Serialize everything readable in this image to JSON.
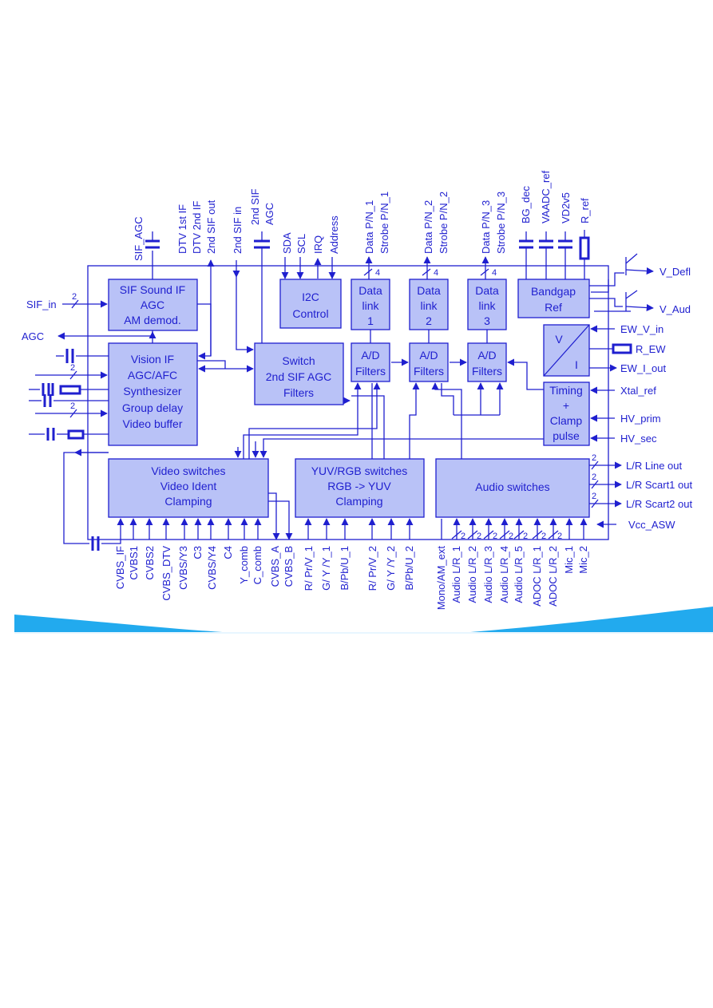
{
  "blocks": {
    "sif": [
      "SIF Sound IF",
      "AGC",
      "AM demod."
    ],
    "vision": [
      "Vision IF",
      "AGC/AFC",
      "Synthesizer",
      "Group delay",
      "Video buffer"
    ],
    "i2c": [
      "I2C",
      "Control"
    ],
    "dl1": [
      "Data",
      "link",
      "1"
    ],
    "dl2": [
      "Data",
      "link",
      "2"
    ],
    "dl3": [
      "Data",
      "link",
      "3"
    ],
    "bandgap": [
      "Bandgap",
      "Ref"
    ],
    "switch2": [
      "Switch",
      "2nd SIF AGC",
      "Filters"
    ],
    "ad1": [
      "A/D",
      "Filters"
    ],
    "ad2": [
      "A/D",
      "Filters"
    ],
    "ad3": [
      "A/D",
      "Filters"
    ],
    "vi": [
      "V",
      "I"
    ],
    "timing": [
      "Timing",
      "+",
      "Clamp",
      "pulse"
    ],
    "video": [
      "Video switches",
      "Video Ident",
      "Clamping"
    ],
    "yuv": [
      "YUV/RGB switches",
      "RGB -> YUV",
      "Clamping"
    ],
    "audio": [
      "Audio switches"
    ]
  },
  "top_pins": [
    "SIF_AGC",
    "DTV 1st IF",
    "DTV 2nd IF",
    "2nd SIF out",
    "2nd SIF in",
    "2nd SIF",
    "AGC",
    "SDA",
    "SCL",
    "IRQ",
    "Address",
    "Data P/N_1",
    "Strobe P/N_1",
    "Data P/N_2",
    "Strobe P/N_2",
    "Data P/N_3",
    "Strobe P/N_3",
    "BG_dec",
    "VAADC_ref",
    "VD2v5",
    "R_ref"
  ],
  "left_pins": [
    "SIF_in",
    "AGC"
  ],
  "right_pins": [
    "V_Defl",
    "V_Aud",
    "EW_V_in",
    "R_EW",
    "EW_I_out",
    "Xtal_ref",
    "HV_prim",
    "HV_sec",
    "L/R Line out",
    "L/R Scart1 out",
    "L/R Scart2 out",
    "Vcc_ASW"
  ],
  "bottom_pins": [
    "CVBS_IF",
    "CVBS1",
    "CVBS2",
    "CVBS_DTV",
    "CVBS/Y3",
    "C3",
    "CVBS/Y4",
    "C4",
    "Y_comb",
    "C_comb",
    "CVBS_A",
    "CVBS_B",
    "R/ Pr/V_1",
    "G/ Y /Y_1",
    "B/Pb/U_1",
    "R/ Pr/V_2",
    "G/ Y /Y_2",
    "B/Pb/U_2",
    "Mono/AM_ext",
    "Audio L/R_1",
    "Audio L/R_2",
    "Audio L/R_3",
    "Audio L/R_4",
    "Audio L/R_5",
    "ADOC L/R_1",
    "ADOC L/R_2",
    "Mic_1",
    "Mic_2"
  ],
  "bus_widths": {
    "two": "2",
    "four": "4"
  },
  "colors": {
    "line": "#1f1fcf",
    "block_fill": "#b9c2f7",
    "swoosh": "#22aaee"
  }
}
